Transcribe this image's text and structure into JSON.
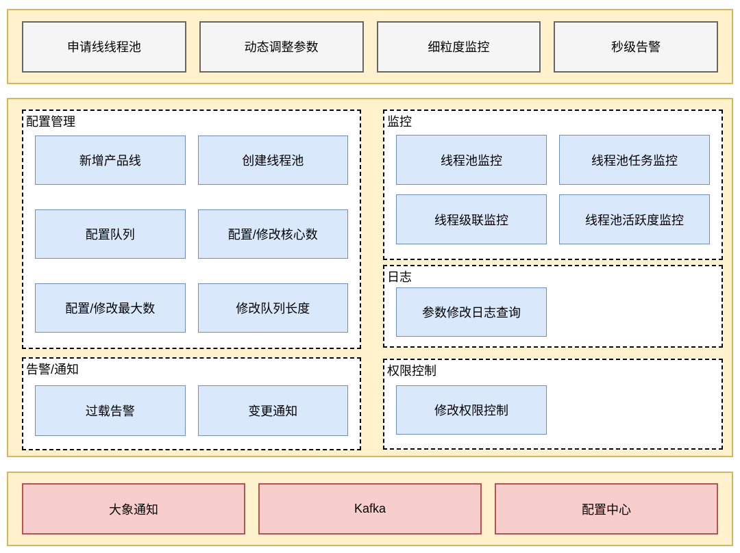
{
  "colors": {
    "band_fill": "#FFF2CC",
    "band_border": "#D6B656",
    "plain_box_fill": "#F5F5F5",
    "plain_box_border": "#666666",
    "blue_box_fill": "#DAE8FC",
    "blue_box_border": "#6C8EBF",
    "red_box_fill": "#F8CECC",
    "red_box_border": "#B85450",
    "section_dashed_border": "#000000",
    "section_fill": "#FFFFFF"
  },
  "top": {
    "items": [
      "申请线线程池",
      "动态调整参数",
      "细粒度监控",
      "秒级告警"
    ]
  },
  "sections": {
    "config": {
      "title": "配置管理",
      "items": [
        "新增产品线",
        "创建线程池",
        "配置队列",
        "配置/修改核心数",
        "配置/修改最大数",
        "修改队列长度"
      ]
    },
    "alert": {
      "title": "告警/通知",
      "items": [
        "过载告警",
        "变更通知"
      ]
    },
    "monitor": {
      "title": "监控",
      "items": [
        "线程池监控",
        "线程池任务监控",
        "线程级联监控",
        "线程池活跃度监控"
      ]
    },
    "log": {
      "title": "日志",
      "items": [
        "参数修改日志查询"
      ]
    },
    "permission": {
      "title": "权限控制",
      "items": [
        "修改权限控制"
      ]
    }
  },
  "bottom": {
    "items": [
      "大象通知",
      "Kafka",
      "配置中心"
    ]
  }
}
